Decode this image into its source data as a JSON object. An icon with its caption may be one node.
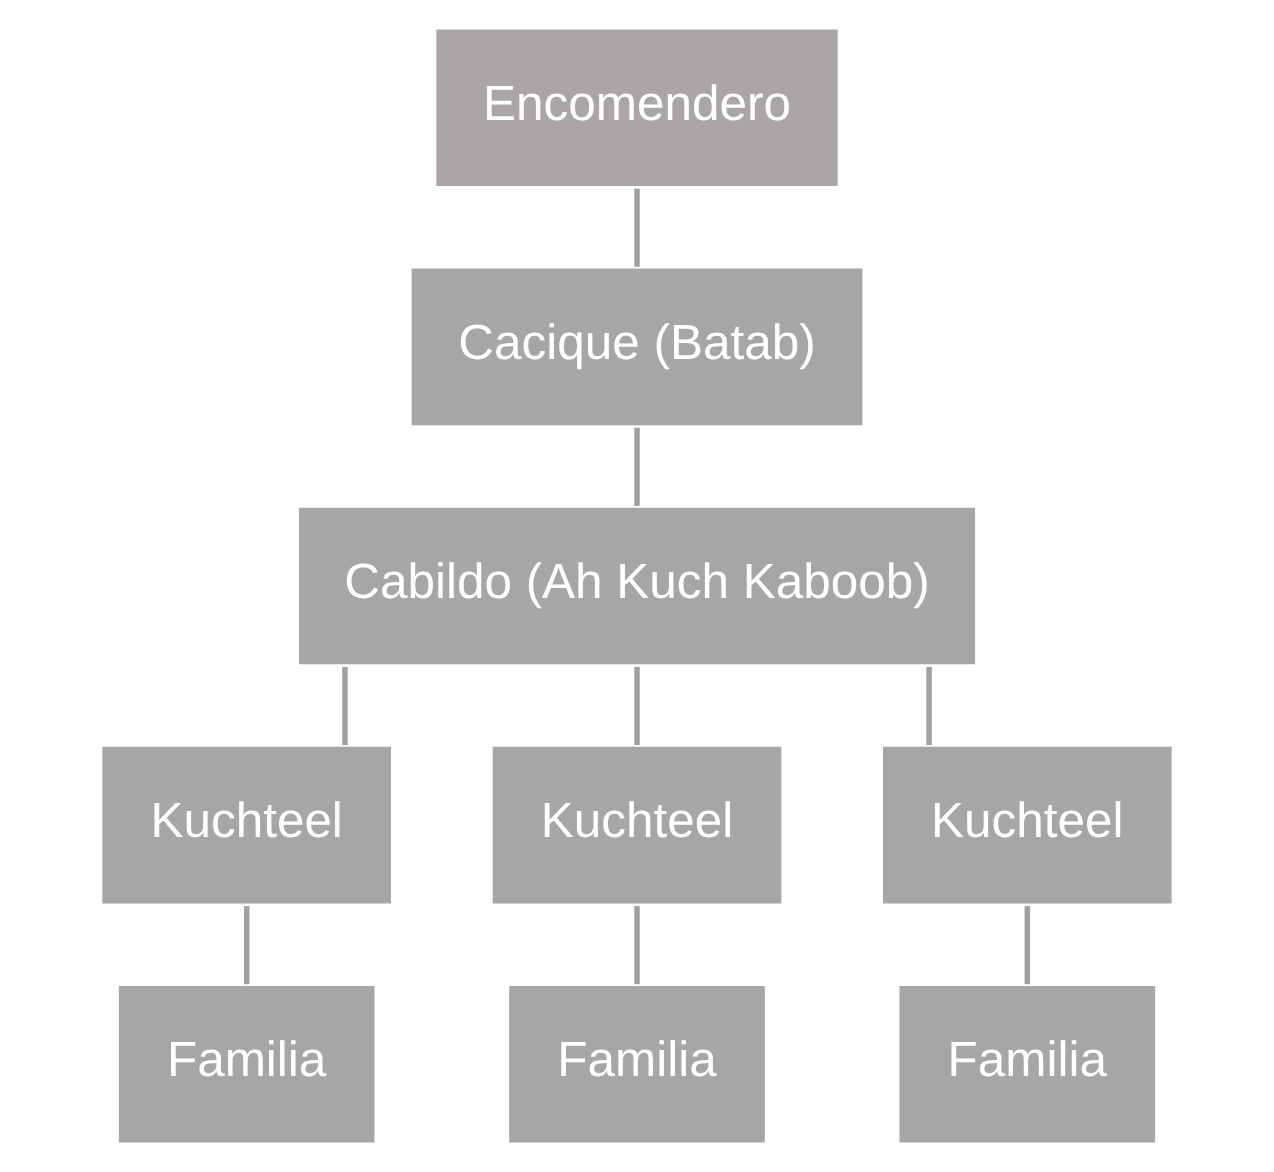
{
  "diagram": {
    "nodes": [
      {
        "text": [
          "Encomendero"
        ]
      },
      {
        "text": [
          "Cacique (Batab)"
        ]
      },
      {
        "text": [
          "Cabildo (Ah Kuch Kaboob)"
        ]
      },
      {
        "text": [
          "Kuchteel"
        ]
      },
      {
        "text": [
          "Kuchteel"
        ]
      },
      {
        "text": [
          "Kuchteel"
        ]
      },
      {
        "text": [
          "Familia"
        ]
      },
      {
        "text": [
          "Familia"
        ]
      },
      {
        "text": [
          "Familia"
        ]
      }
    ],
    "edges": [
      {
        "from": 0,
        "to": 1,
        "arrow": "none"
      },
      {
        "from": 1,
        "to": 2,
        "arrow": "none"
      },
      {
        "from": 2,
        "to": 3,
        "arrow": "none"
      },
      {
        "from": 2,
        "to": 4,
        "arrow": "none"
      },
      {
        "from": 2,
        "to": 5,
        "arrow": "none"
      },
      {
        "from": 3,
        "to": 6,
        "arrow": "none"
      },
      {
        "from": 4,
        "to": 7,
        "arrow": "none"
      },
      {
        "from": 5,
        "to": 8,
        "arrow": "none"
      }
    ]
  }
}
